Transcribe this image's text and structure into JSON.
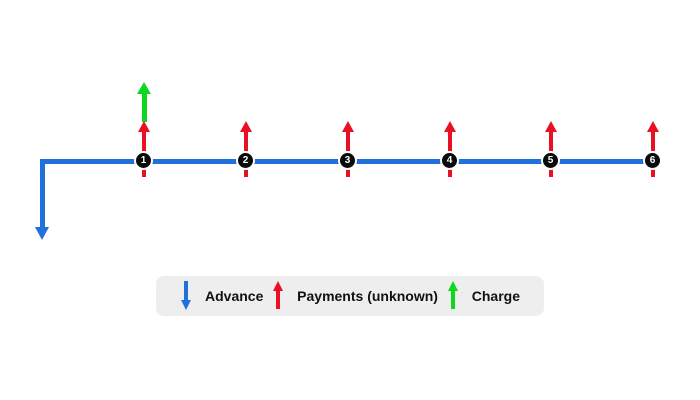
{
  "diagram": {
    "type": "cashflow-timeline",
    "description": "Timeline with an advance paid out at time 0 and unknown payments received at periods 1-6, plus a charge at period 1",
    "nodes": [
      {
        "label": "1"
      },
      {
        "label": "2"
      },
      {
        "label": "3"
      },
      {
        "label": "4"
      },
      {
        "label": "5"
      },
      {
        "label": "6"
      }
    ],
    "advance_arrow": {
      "direction": "down",
      "meaning": "Advance",
      "position": "start-of-timeline"
    },
    "payment_arrows": {
      "direction": "up",
      "meaning": "Payments (unknown)",
      "count": 6,
      "at_nodes": [
        "1",
        "2",
        "3",
        "4",
        "5",
        "6"
      ]
    },
    "charge_arrow": {
      "direction": "up",
      "meaning": "Charge",
      "at_node": "1"
    }
  },
  "legend": {
    "items": [
      {
        "label": "Advance",
        "direction": "down",
        "color_key": "advance"
      },
      {
        "label": "Payments (unknown)",
        "direction": "up",
        "color_key": "payment"
      },
      {
        "label": "Charge",
        "direction": "up",
        "color_key": "charge"
      }
    ]
  },
  "colors": {
    "advance": "#2071dc",
    "payment": "#e81123",
    "charge": "#0bd81e",
    "node_fill": "#0a0a0a",
    "node_text": "#ffffff",
    "legend_bg": "#eeeeee",
    "background": "#ffffff"
  }
}
